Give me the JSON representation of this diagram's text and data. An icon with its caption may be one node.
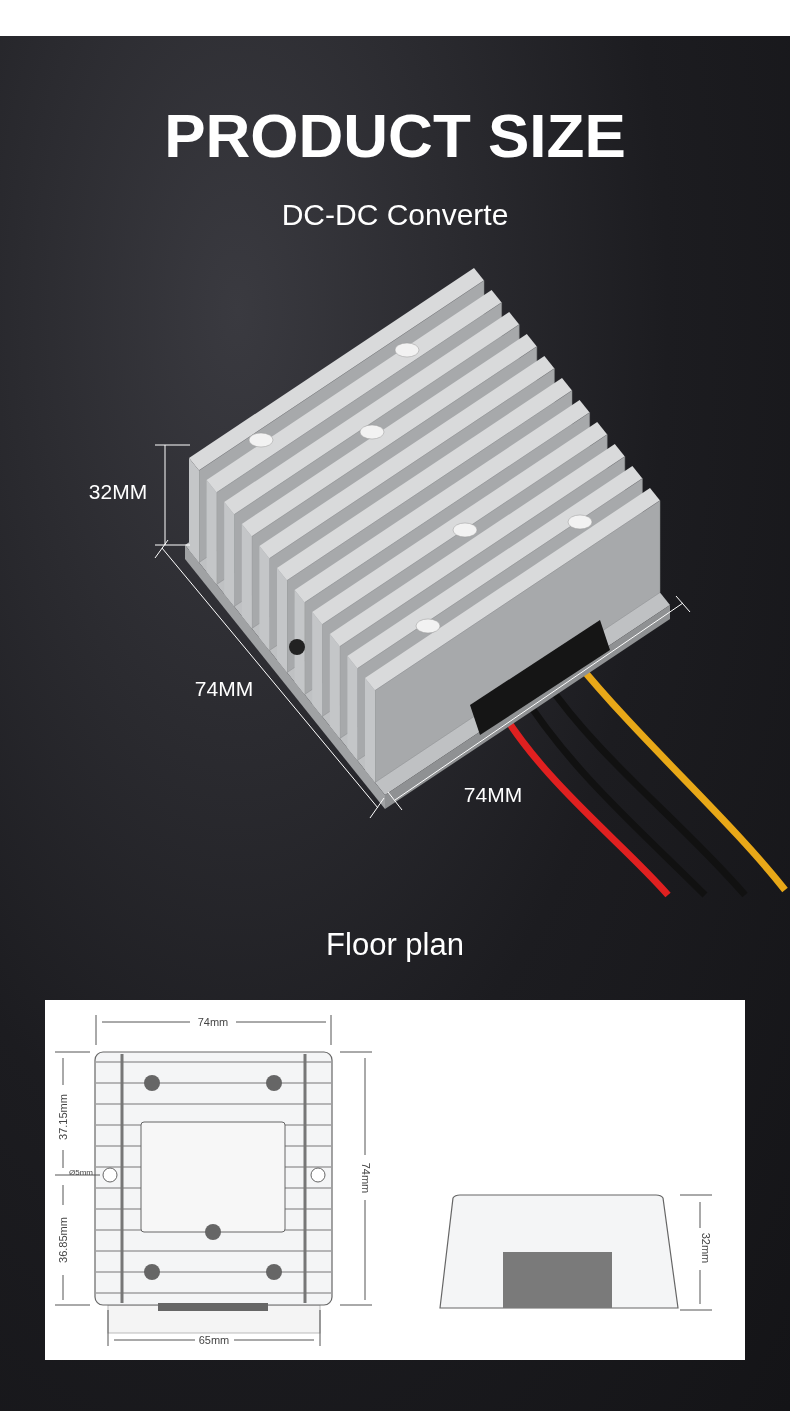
{
  "diagram": {
    "title": "PRODUCT SIZE",
    "labels": [
      "DC-DC Converte",
      "32MM",
      "74MM",
      "74MM",
      "Floor plan",
      "74mm",
      "37.15mm",
      "Ø5mm",
      "36.85mm",
      "74mm",
      "65mm",
      "32mm"
    ]
  }
}
